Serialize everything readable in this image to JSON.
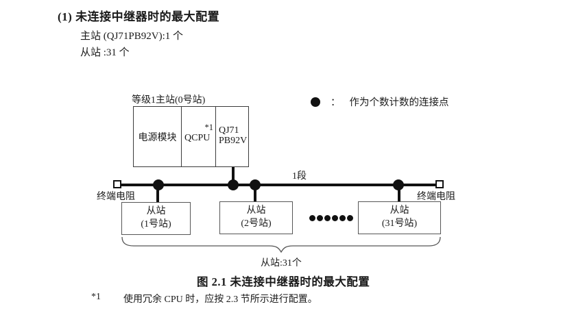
{
  "header": {
    "heading": "(1) 未连接中继器时的最大配置",
    "master_count_line": "主站 (QJ71PB92V):1 个",
    "slave_count_line": "从站 :31 个"
  },
  "legend": {
    "colon": "：",
    "text": "作为个数计数的连接点"
  },
  "diagram": {
    "master_label": "等级1主站(0号站)",
    "modules": {
      "power": "电源模块",
      "cpu": "QCPU",
      "cpu_note": "*1",
      "pb_line1": "QJ71",
      "pb_line2": "PB92V"
    },
    "segment_label": "1段",
    "terminator_left": "终端电阻",
    "terminator_right": "终端电阻",
    "slaves": [
      {
        "name": "从站",
        "station": "(1号站)"
      },
      {
        "name": "从站",
        "station": "(2号站)"
      },
      {
        "name": "从站",
        "station": "(31号站)"
      }
    ],
    "brace_label": "从站:31个"
  },
  "caption": "图 2.1 未连接中继器时的最大配置",
  "footnote": {
    "marker": "*1",
    "text": "使用冗余 CPU 时，应按 2.3 节所示进行配置。"
  },
  "colors": {
    "ink": "#1a1a1a",
    "line": "#111111"
  }
}
